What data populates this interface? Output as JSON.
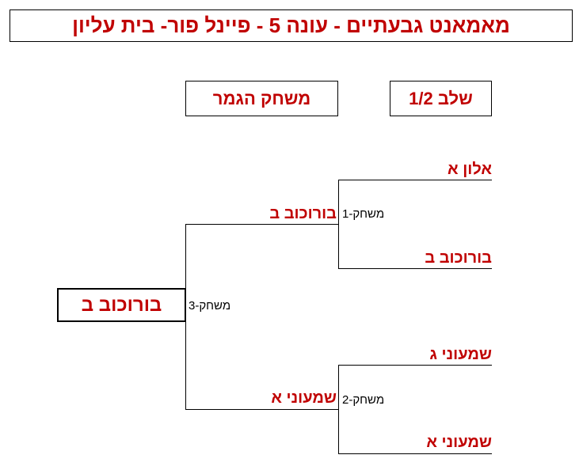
{
  "title": "מאמאנט גבעתיים - עונה 5 -  פיינל פור- בית עליון",
  "headers": {
    "final": "משחק הגמר",
    "semi": "שלב 1/2"
  },
  "semifinals": {
    "game1": {
      "label": "משחק-1",
      "team_top": "אלון א",
      "team_bottom": "בורוכוב ב",
      "winner": "בורוכוב ב"
    },
    "game2": {
      "label": "משחק-2",
      "team_top": "שמעוני ג",
      "team_bottom": "שמעוני א",
      "winner": "שמעוני א"
    }
  },
  "final": {
    "label": "משחק-3",
    "champion": "בורוכוב ב"
  },
  "colors": {
    "accent": "#c00000",
    "line": "#000000"
  }
}
